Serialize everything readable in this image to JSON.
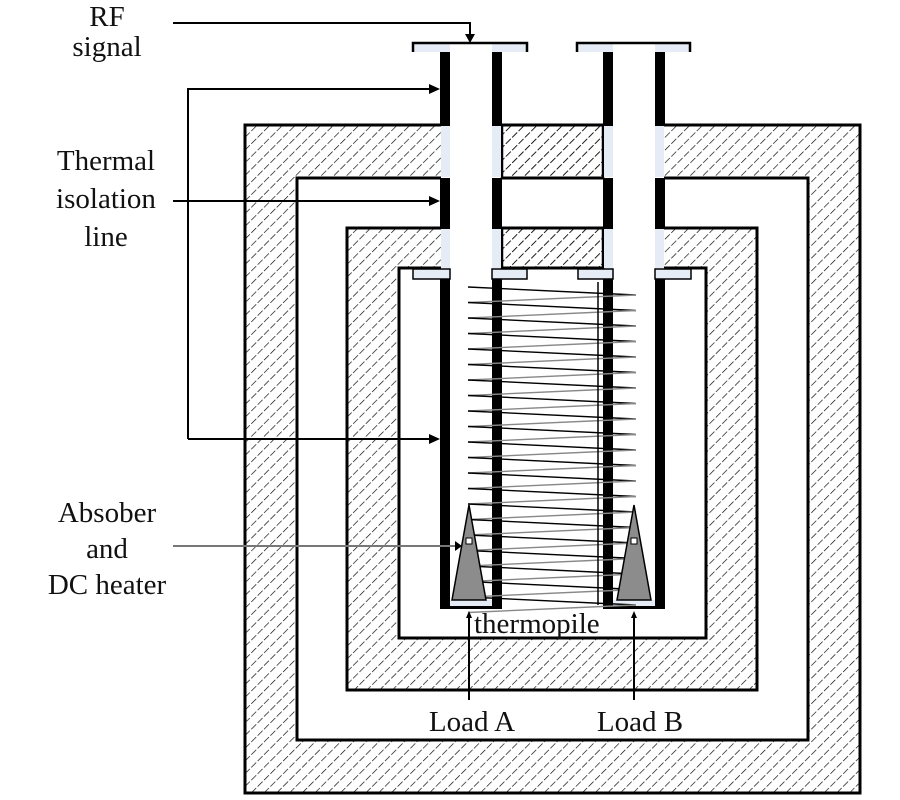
{
  "figure": {
    "labels": {
      "rf_signal": [
        "RF",
        "signal"
      ],
      "thermal_isolation_line": [
        "Thermal",
        "isolation",
        "line"
      ],
      "absorber_heater": [
        "Absober",
        "and",
        "DC heater"
      ],
      "thermopile": "thermopile",
      "load_a": "Load A",
      "load_b": "Load B"
    },
    "colors": {
      "line": "#000000",
      "hatch": "#000000",
      "insulator": "#e6ecf5",
      "absorber": "#8c8c8c",
      "background": "#ffffff"
    }
  }
}
